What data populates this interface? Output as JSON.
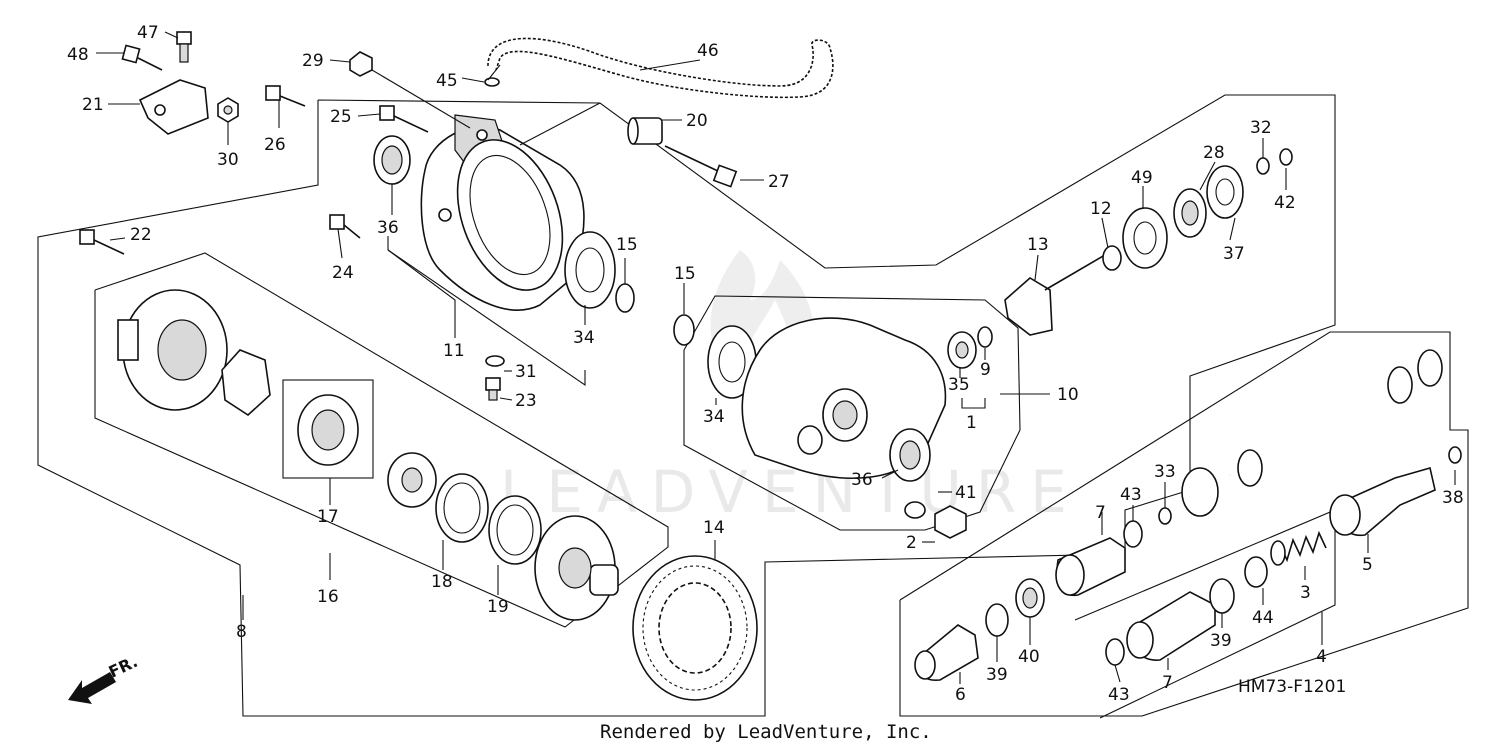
{
  "watermark": "LEADVENTURE",
  "diagram_code": "HM73-F1201",
  "credit": "Rendered by LeadVenture, Inc.",
  "front_indicator": "FR.",
  "callouts": {
    "c1": "1",
    "c2": "2",
    "c3": "3",
    "c4": "4",
    "c5": "5",
    "c6": "6",
    "c7a": "7",
    "c7b": "7",
    "c8": "8",
    "c9": "9",
    "c10": "10",
    "c11": "11",
    "c12": "12",
    "c13": "13",
    "c14": "14",
    "c15a": "15",
    "c15b": "15",
    "c16": "16",
    "c17": "17",
    "c18": "18",
    "c19": "19",
    "c20": "20",
    "c21": "21",
    "c22": "22",
    "c23": "23",
    "c24": "24",
    "c25": "25",
    "c26": "26",
    "c27": "27",
    "c28": "28",
    "c29": "29",
    "c30": "30",
    "c31": "31",
    "c32": "32",
    "c33": "33",
    "c34a": "34",
    "c34b": "34",
    "c35": "35",
    "c36a": "36",
    "c36b": "36",
    "c37": "37",
    "c38": "38",
    "c39a": "39",
    "c39b": "39",
    "c40": "40",
    "c41": "41",
    "c42": "42",
    "c43a": "43",
    "c43b": "43",
    "c44": "44",
    "c45": "45",
    "c46": "46",
    "c47": "47",
    "c48": "48",
    "c49": "49"
  }
}
